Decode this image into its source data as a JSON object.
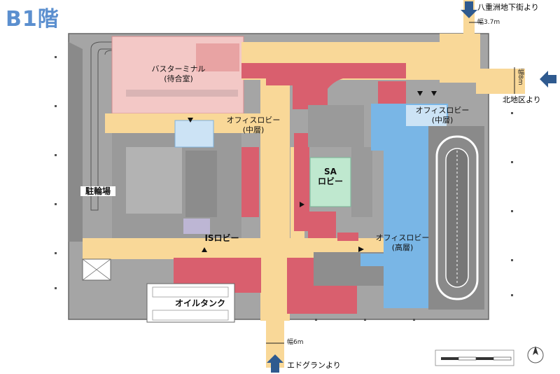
{
  "floor_title": "B1階",
  "labels": {
    "bus_terminal": {
      "line1": "バスターミナル",
      "line2": "(待合室)"
    },
    "office_lobby_mid_left": {
      "line1": "オフィスロビー",
      "line2": "(中層)"
    },
    "office_lobby_mid_right": {
      "line1": "オフィスロビー",
      "line2": "(中層)"
    },
    "office_lobby_high": {
      "line1": "オフィスロビー",
      "line2": "(高層)"
    },
    "sa_lobby": {
      "line1": "SA",
      "line2": "ロビー"
    },
    "is_lobby": "ISロビー",
    "parking": "駐輪場",
    "oil_tank": "オイルタンク"
  },
  "connections": {
    "yaesu_underground": "八重洲地下街より",
    "kita_ku": "北地区より",
    "edo_gran": "エドグランより"
  },
  "widths": {
    "yaesu": "幅3.7m",
    "kita_ku": "幅8m",
    "edo_gran": "幅6m"
  },
  "colors": {
    "corridor": "#f9d898",
    "commercial": "#d95f6e",
    "bus_terminal": "#f3c8c6",
    "structure": "#9a9a9a",
    "office_lobby": "#a5cdec",
    "office_lobby_high": "#79b6e6",
    "sa_lobby": "#bfe8cf",
    "arrow": "#2f5a8f"
  }
}
